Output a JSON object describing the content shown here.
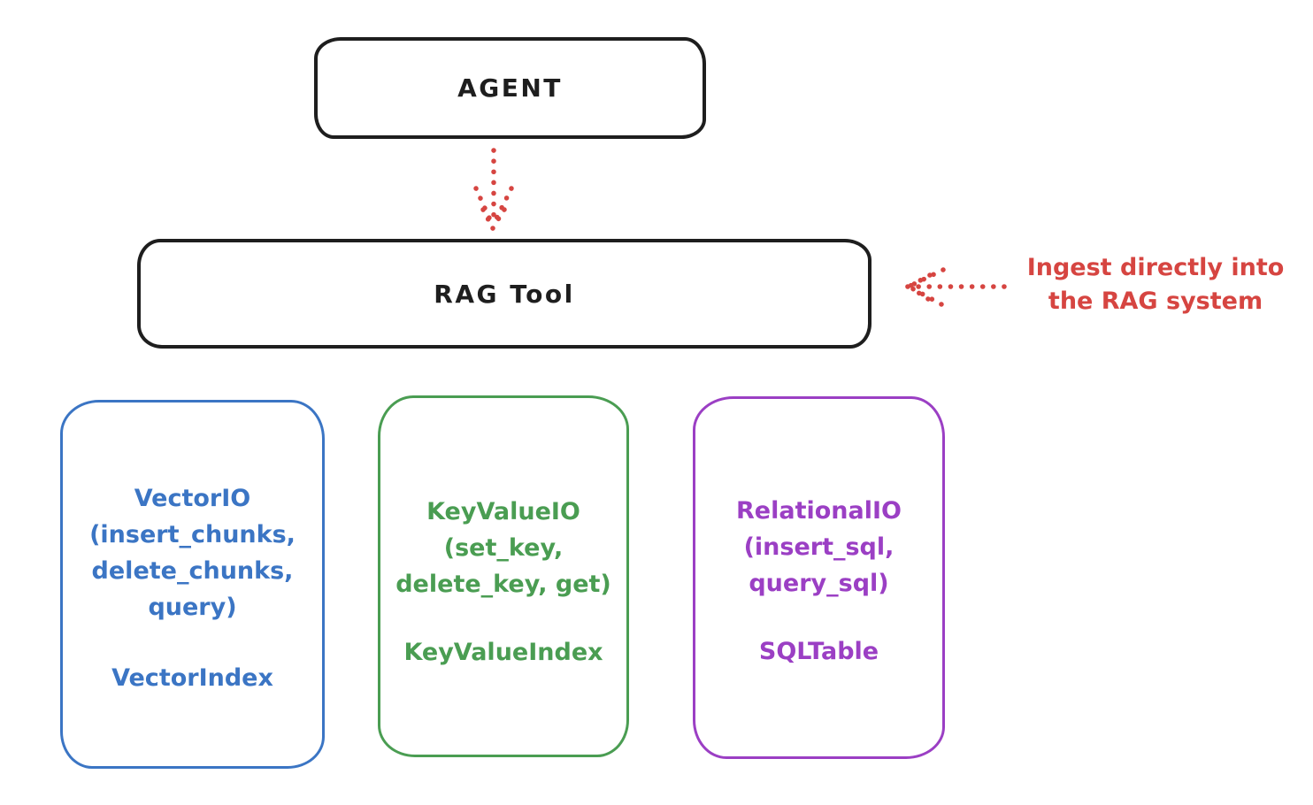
{
  "diagram": {
    "title": "RAG Tool architecture diagram",
    "colors": {
      "ink": "#1e1e1e",
      "red": "#d64541",
      "blue": "#3b75c4",
      "green": "#4a9d52",
      "purple": "#9b3fc4",
      "background": "#ffffff"
    },
    "agent_box": {
      "label": "AGENT"
    },
    "rag_box": {
      "label": "RAG Tool"
    },
    "annotation": {
      "lines": [
        "Ingest directly into",
        "the RAG system"
      ]
    },
    "arrows": [
      {
        "name": "agent-to-rag",
        "style": "dotted",
        "color": "#d64541",
        "direction": "down"
      },
      {
        "name": "ingest-into-rag",
        "style": "dotted",
        "color": "#d64541",
        "direction": "left"
      }
    ],
    "io_boxes": [
      {
        "id": "vector",
        "color": "#3b75c4",
        "lines": [
          "VectorIO",
          "(insert_chunks,",
          "delete_chunks,",
          "query)"
        ],
        "index_label": "VectorIndex"
      },
      {
        "id": "keyvalue",
        "color": "#4a9d52",
        "lines": [
          "KeyValueIO",
          "(set_key,",
          "delete_key, get)"
        ],
        "index_label": "KeyValueIndex"
      },
      {
        "id": "relational",
        "color": "#9b3fc4",
        "lines": [
          "RelationalIO",
          "(insert_sql,",
          "query_sql)"
        ],
        "index_label": "SQLTable"
      }
    ]
  }
}
